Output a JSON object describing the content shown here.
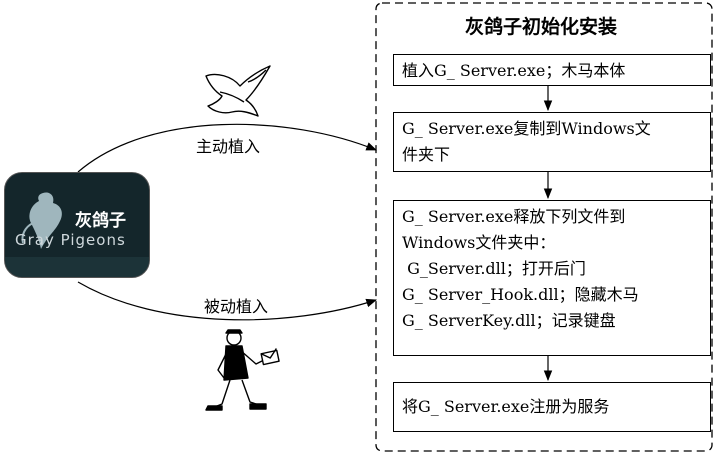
{
  "panel": {
    "title": "灰鸽子初始化安装"
  },
  "steps": [
    {
      "lines": [
        "植入G_ Server.exe；木马本体"
      ]
    },
    {
      "lines": [
        "G_ Server.exe复制到Windows文",
        "件夹下"
      ]
    },
    {
      "lines": [
        "G_ Server.exe释放下列文件到",
        "Windows文件夹中：",
        " G_Server.dll；打开后门",
        "G_ Server_Hook.dll；隐藏木马",
        "G_ ServerKey.dll；记录键盘"
      ]
    },
    {
      "lines": [
        "将G_ Server.exe注册为服务"
      ]
    }
  ],
  "paths": {
    "active": "主动植入",
    "passive": "被动植入"
  },
  "logo": {
    "cn": "灰鸽子",
    "en": "Gray Pigeons"
  },
  "icons": {
    "dove": "dove-icon",
    "courier": "walking-person-with-envelope-icon"
  }
}
